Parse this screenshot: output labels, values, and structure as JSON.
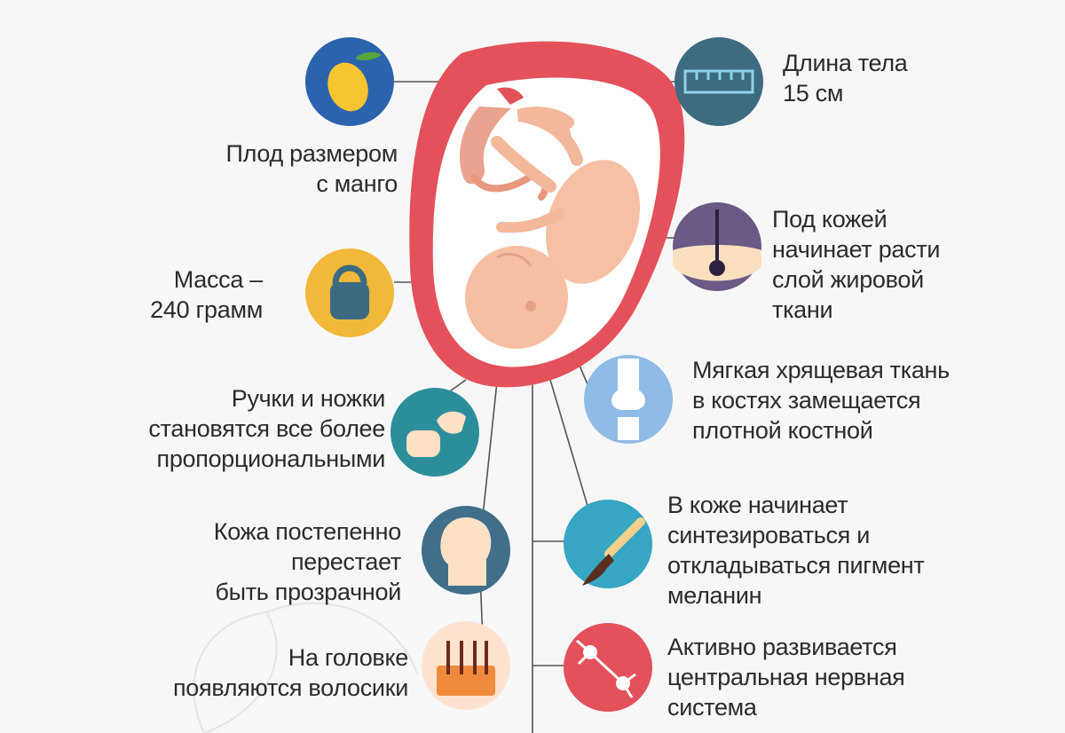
{
  "labels": {
    "mango": [
      "Плод размером",
      "с манго"
    ],
    "mass": [
      "Масса –",
      "240 грамм"
    ],
    "limbs": [
      "Ручки и ножки",
      "становятся все более",
      "пропорциональными"
    ],
    "skin": [
      "Кожа постепенно",
      "перестает",
      "быть прозрачной"
    ],
    "hair": [
      "На головке",
      "появляются волосики"
    ],
    "length": [
      "Длина тела",
      "15 см"
    ],
    "fat": [
      "Под кожей",
      "начинает расти",
      "слой жировой",
      "ткани"
    ],
    "bones": [
      "Мягкая хрящевая ткань",
      "в костях замещается",
      "плотной костной"
    ],
    "melanin": [
      "В коже начинает",
      "синтезироваться и",
      "откладываться пигмент",
      "меланин"
    ],
    "nervous": [
      "Активно развивается",
      "центральная нервная",
      "система"
    ]
  },
  "icons": {
    "mango": "mango-icon",
    "mass": "kettlebell-icon",
    "limbs": "hand-and-foot-icon",
    "skin": "head-profile-icon",
    "hair": "hair-follicle-icon",
    "length": "ruler-icon",
    "fat": "skin-layer-icon",
    "bones": "bone-joint-icon",
    "melanin": "paintbrush-icon",
    "nervous": "neuron-icon"
  },
  "colors": {
    "uterus": "#e4515a",
    "blue_circle": "#2c63ad",
    "yellow_circle": "#f2b83a",
    "teal_circle": "#2d8e9b",
    "slate_circle": "#3f6f8a",
    "purple_circle": "#6b5a86",
    "light_blue_circle": "#8fbce6",
    "cyan_circle": "#36a6c4",
    "peach_circle": "#fde3cf",
    "red_circle": "#e4515a",
    "line": "#555555"
  }
}
